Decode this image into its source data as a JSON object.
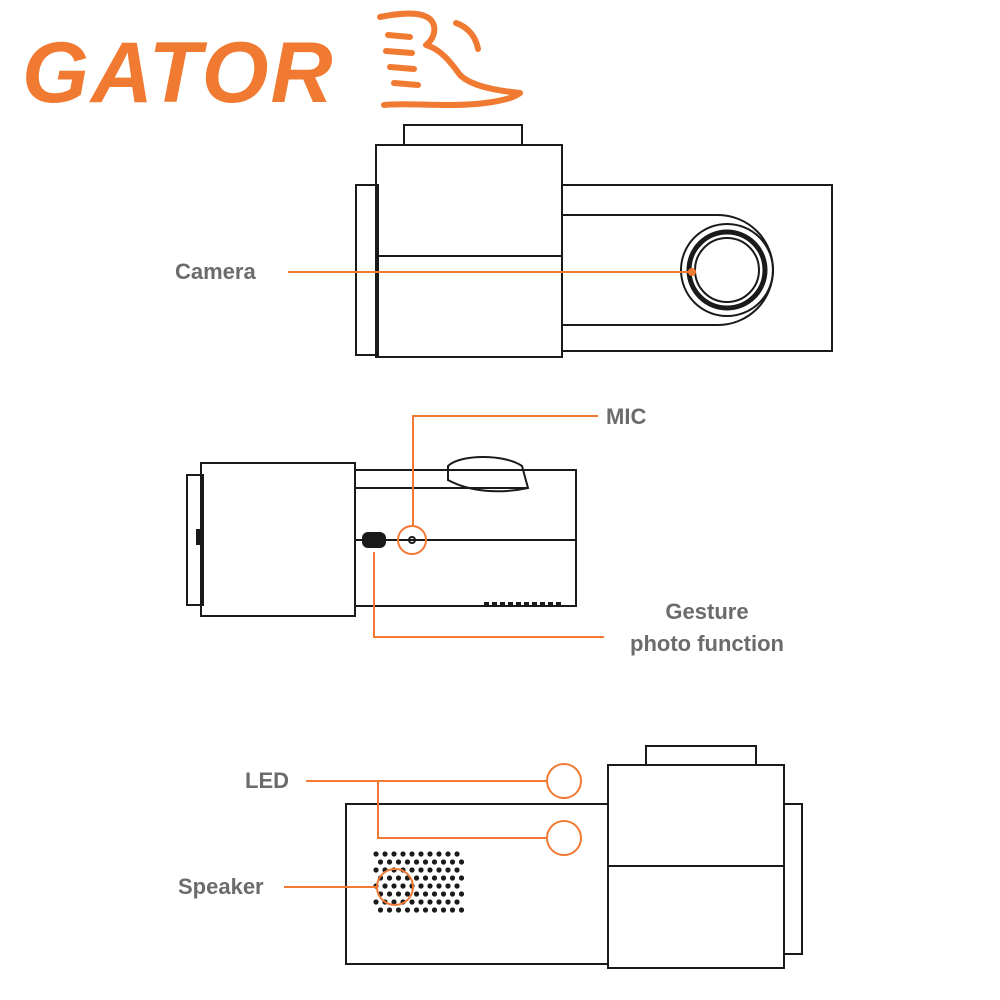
{
  "brand": {
    "logo_text": "GATOR",
    "logo_color": "#f07a32"
  },
  "colors": {
    "outline": "#1a1a1a",
    "leader_line": "#f07a32",
    "label_text": "#6b6b6b",
    "background": "#ffffff"
  },
  "callouts": {
    "camera": "Camera",
    "mic": "MIC",
    "gesture_line1": "Gesture",
    "gesture_line2": "photo function",
    "led": "LED",
    "speaker": "Speaker"
  },
  "views": [
    {
      "id": "front-view",
      "callouts": [
        "camera"
      ]
    },
    {
      "id": "side-view",
      "callouts": [
        "mic",
        "gesture_line1",
        "gesture_line2"
      ]
    },
    {
      "id": "rear-view",
      "callouts": [
        "led",
        "speaker"
      ]
    }
  ]
}
